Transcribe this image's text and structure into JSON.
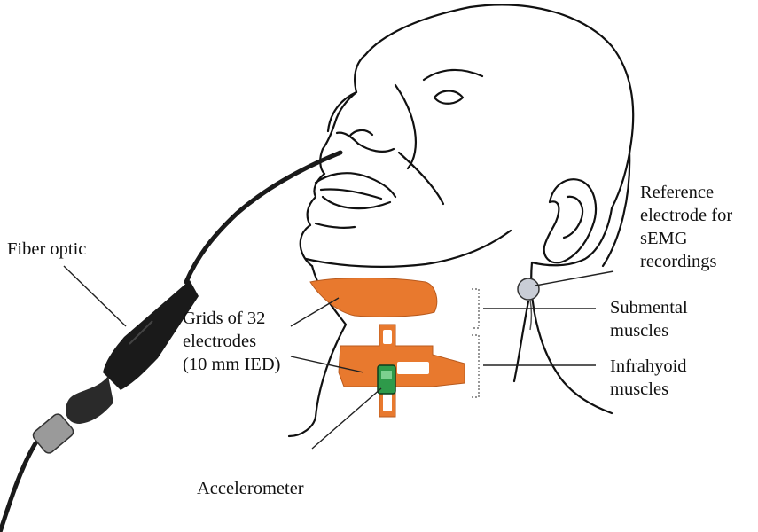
{
  "labels": {
    "fiber_optic": "Fiber optic",
    "grids": [
      "Grids of 32",
      "electrodes",
      "(10 mm IED)"
    ],
    "reference": [
      "Reference",
      "electrode for",
      "sEMG",
      "recordings"
    ],
    "submental": [
      "Submental",
      "muscles"
    ],
    "infrahyoid": [
      "Infrahyoid",
      "muscles"
    ],
    "accelerometer": "Accelerometer"
  },
  "colors": {
    "electrode_grid": "#E8792E",
    "electrode_dark": "#B85A1E",
    "outline": "#111111",
    "accelerometer": "#2E9A4A",
    "reference_electrode": "#C9CDD6",
    "endoscope": "#1A1A1A"
  }
}
